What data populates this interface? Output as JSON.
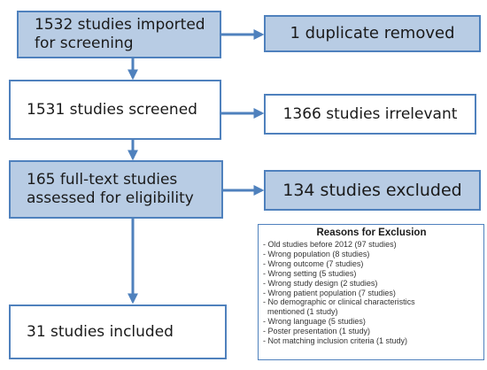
{
  "boxes": {
    "imported": "1532 studies imported\nfor screening",
    "duplicate": "1 duplicate removed",
    "screened": "1531 studies screened",
    "irrelevant": "1366 studies irrelevant",
    "fulltext": "165 full-text studies\nassessed for eligibility",
    "excluded": "134 studies excluded",
    "included": "31 studies included"
  },
  "reasons": {
    "title": "Reasons for Exclusion",
    "items": [
      "- Old studies before 2012 (97 studies)",
      "- Wrong population (8 studies)",
      "- Wrong outcome (7 studies)",
      "- Wrong setting (5 studies)",
      "- Wrong study design (2 studies)",
      "- Wrong patient population (7 studies)",
      "- No demographic or clinical characteristics\n  mentioned (1 study)",
      "- Wrong language (5 studies)",
      "- Poster presentation (1 study)",
      "- Not matching inclusion criteria (1 study)"
    ]
  },
  "colors": {
    "box_fill": "#b8cce4",
    "border": "#4f81bd",
    "arrow": "#4f81bd"
  }
}
